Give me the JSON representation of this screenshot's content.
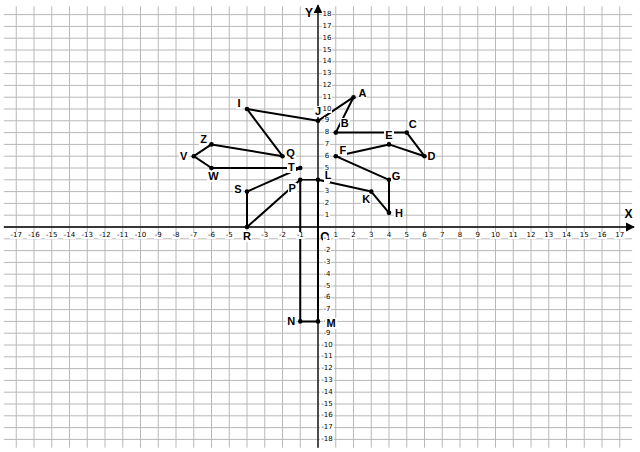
{
  "diagram": {
    "labels": [
      "X",
      "Y",
      "O",
      "-17",
      "-16",
      "-15",
      "-14",
      "-13",
      "-12",
      "-11",
      "-10",
      "-9",
      "-8",
      "-7",
      "-6",
      "-5",
      "-4",
      "-3",
      "-2",
      "-1",
      "1",
      "2",
      "3",
      "4",
      "5",
      "6",
      "7",
      "8",
      "9",
      "10",
      "11",
      "12",
      "13",
      "14",
      "15",
      "16",
      "17",
      "18",
      "17",
      "16",
      "15",
      "14",
      "13",
      "12",
      "11",
      "10",
      "9",
      "8",
      "7",
      "6",
      "5",
      "4",
      "3",
      "2",
      "1",
      "-1",
      "-2",
      "-3",
      "-4",
      "-5",
      "-6",
      "-7",
      "-8",
      "-9",
      "-10",
      "-11",
      "-12",
      "-13",
      "-14",
      "-15",
      "-16",
      "-17",
      "-18",
      "A",
      "B",
      "C",
      "D",
      "E",
      "F",
      "G",
      "H",
      "K",
      "L",
      "I",
      "J",
      "Q",
      "Z",
      "V",
      "W",
      "T",
      "S",
      "R",
      "P",
      "N",
      "M"
    ]
  }
}
